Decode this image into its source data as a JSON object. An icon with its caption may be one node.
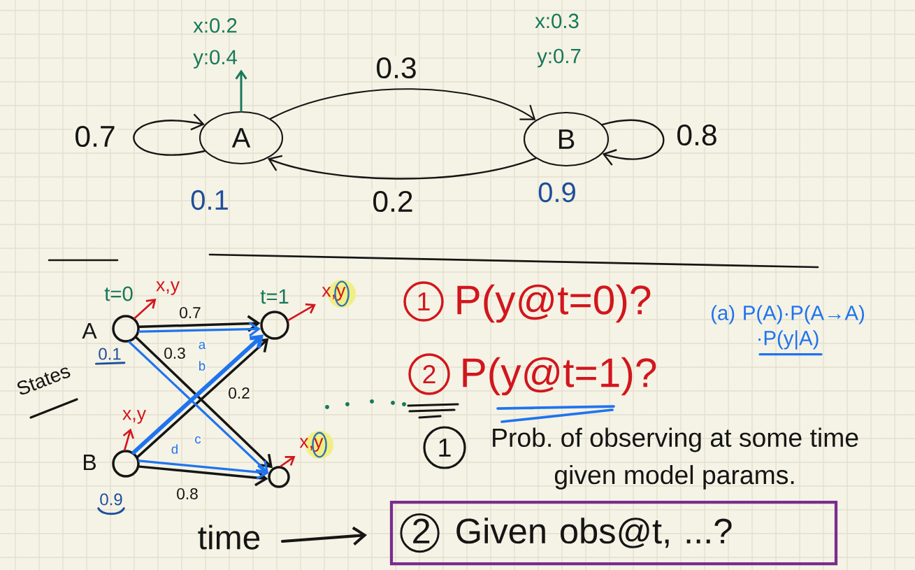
{
  "diagram": {
    "nodes": [
      {
        "text": [
          "A"
        ],
        "beside": [
          "0.1"
        ]
      },
      {
        "text": [
          "x:0.2",
          "y:0.4"
        ]
      },
      {
        "text": [
          "B"
        ],
        "beside": [
          "x:0.3",
          "y:0.7",
          "0.9"
        ]
      },
      {
        "text": [],
        "shape": "circle",
        "beside": [
          "A",
          "0.1"
        ]
      },
      {
        "text": [
          "x,y"
        ]
      },
      {
        "text": [],
        "shape": "circle"
      },
      {
        "text": [
          "x,y"
        ]
      },
      {
        "text": [],
        "shape": "circle",
        "beside": [
          "B",
          "0.9"
        ]
      },
      {
        "text": [
          "x,y"
        ]
      },
      {
        "text": [],
        "shape": "circle"
      },
      {
        "text": [
          "x,y"
        ]
      },
      {
        "text": [
          "2",
          "Given obs@t, ...?"
        ]
      }
    ],
    "edges": [
      {
        "from": 0,
        "to": 0,
        "arrow": "to",
        "label": "0.7"
      },
      {
        "from": 0,
        "to": 2,
        "arrow": "to",
        "label": "0.3"
      },
      {
        "from": 2,
        "to": 0,
        "arrow": "to",
        "label": "0.2"
      },
      {
        "from": 2,
        "to": 2,
        "arrow": "to",
        "label": "0.8"
      },
      {
        "from": 0,
        "to": 1,
        "arrow": "to",
        "color": "#16785a"
      },
      {
        "from": 3,
        "to": 5,
        "arrow": "to",
        "label": "0.7"
      },
      {
        "from": 3,
        "to": 9,
        "arrow": "to",
        "label": "0.3"
      },
      {
        "from": 7,
        "to": 5,
        "arrow": "to",
        "label": "0.2"
      },
      {
        "from": 7,
        "to": 9,
        "arrow": "to",
        "label": "0.8"
      },
      {
        "from": 3,
        "to": 5,
        "arrow": "to",
        "label": "a",
        "color": "#1f74ee"
      },
      {
        "from": 7,
        "to": 5,
        "arrow": "to",
        "label": "b",
        "color": "#1f74ee",
        "style": "thick"
      },
      {
        "from": 3,
        "to": 9,
        "arrow": "to",
        "label": "c",
        "color": "#1f74ee"
      },
      {
        "from": 7,
        "to": 9,
        "arrow": "to",
        "label": "d",
        "color": "#1f74ee"
      },
      {
        "from": 3,
        "to": 4,
        "arrow": "to",
        "color": "#d2161d"
      },
      {
        "from": 5,
        "to": 6,
        "arrow": "to",
        "color": "#d2161d"
      },
      {
        "from": 7,
        "to": 8,
        "arrow": "to",
        "color": "#d2161d"
      },
      {
        "from": 9,
        "to": 10,
        "arrow": "to",
        "color": "#d2161d"
      }
    ],
    "labels": [
      "t=0",
      "t=1",
      "1",
      "P(y@t=0)?",
      "(a) P(A)·P(A→A) ·P(y|A)",
      "States",
      "2",
      "P(y@t=1)?",
      "1",
      "Prob. of observing at some time given model params.",
      "time"
    ]
  }
}
